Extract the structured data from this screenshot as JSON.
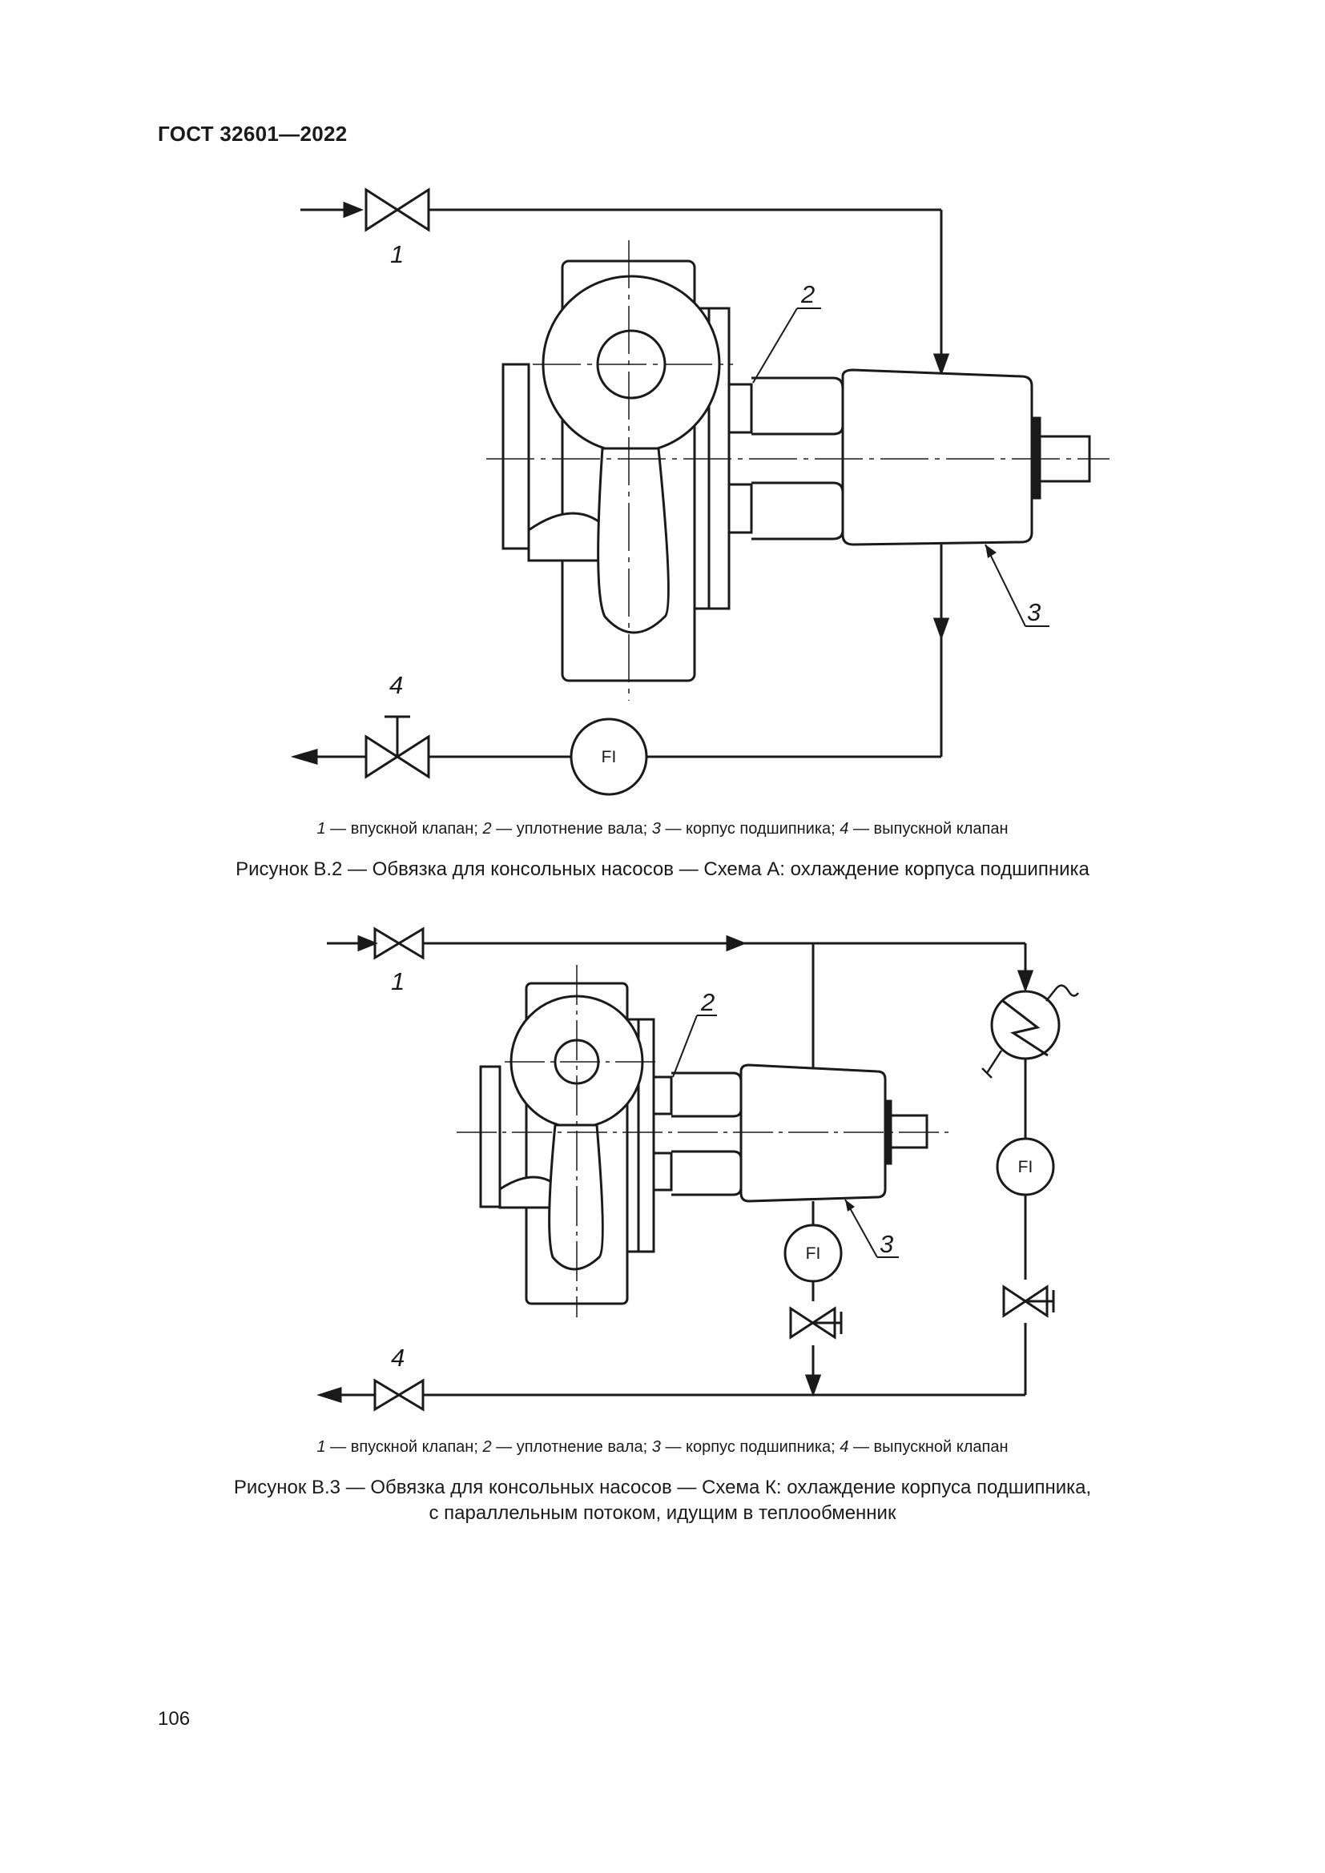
{
  "header": {
    "standard": "ГОСТ 32601—2022"
  },
  "figure_b2": {
    "callouts": {
      "c1": "1",
      "c2": "2",
      "c3": "3",
      "c4": "4"
    },
    "instrument": "FI",
    "legend": {
      "n1": "1",
      "t1": " — впускной клапан; ",
      "n2": "2",
      "t2": " — уплотнение вала; ",
      "n3": "3",
      "t3": " — корпус подшипника; ",
      "n4": "4",
      "t4": " — выпускной клапан"
    },
    "title": "Рисунок В.2 — Обвязка для консольных насосов — Схема А: охлаждение корпуса подшипника"
  },
  "figure_b3": {
    "callouts": {
      "c1": "1",
      "c2": "2",
      "c3": "3",
      "c4": "4"
    },
    "instrument_1": "FI",
    "instrument_2": "FI",
    "legend": {
      "n1": "1",
      "t1": " — впускной клапан; ",
      "n2": "2",
      "t2": " — уплотнение вала; ",
      "n3": "3",
      "t3": " — корпус подшипника; ",
      "n4": "4",
      "t4": " — выпускной клапан"
    },
    "title_line1": "Рисунок В.3 — Обвязка для консольных насосов — Схема К: охлаждение корпуса подшипника,",
    "title_line2": "с параллельным потоком, идущим в теплообменник"
  },
  "footer": {
    "page_number": "106"
  }
}
